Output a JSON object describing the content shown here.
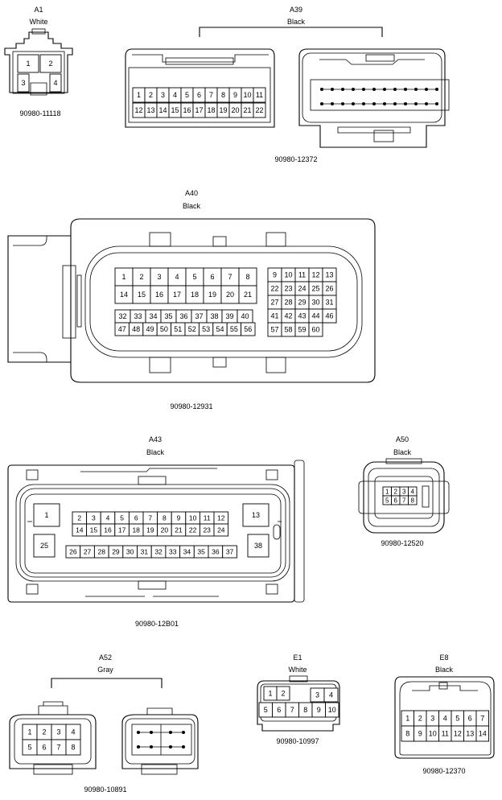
{
  "connectors": {
    "a1": {
      "code": "A1",
      "color": "White",
      "part": "90980-11118",
      "pins": [
        "1",
        "2",
        "3",
        "4"
      ]
    },
    "a39": {
      "code": "A39",
      "color": "Black",
      "part": "90980-12372",
      "pins": [
        "1",
        "2",
        "3",
        "4",
        "5",
        "6",
        "7",
        "8",
        "9",
        "10",
        "11",
        "12",
        "13",
        "14",
        "15",
        "16",
        "17",
        "18",
        "19",
        "20",
        "21",
        "22"
      ]
    },
    "a40": {
      "code": "A40",
      "color": "Black",
      "part": "90980-12931",
      "pins": [
        "1",
        "2",
        "3",
        "4",
        "5",
        "6",
        "7",
        "8",
        "9",
        "10",
        "11",
        "12",
        "13",
        "14",
        "15",
        "16",
        "17",
        "18",
        "19",
        "20",
        "21",
        "22",
        "23",
        "24",
        "25",
        "26",
        "27",
        "28",
        "29",
        "30",
        "31",
        "32",
        "33",
        "34",
        "35",
        "36",
        "37",
        "38",
        "39",
        "40",
        "41",
        "42",
        "43",
        "44",
        "45",
        "46",
        "47",
        "48",
        "49",
        "50",
        "51",
        "52",
        "53",
        "54",
        "55",
        "56",
        "57",
        "58",
        "59",
        "60"
      ]
    },
    "a43": {
      "code": "A43",
      "color": "Black",
      "part": "90980-12B01",
      "pins": [
        "1",
        "2",
        "3",
        "4",
        "5",
        "6",
        "7",
        "8",
        "9",
        "10",
        "11",
        "12",
        "13",
        "14",
        "15",
        "16",
        "17",
        "18",
        "19",
        "20",
        "21",
        "22",
        "23",
        "24",
        "25",
        "26",
        "27",
        "28",
        "29",
        "30",
        "31",
        "32",
        "33",
        "34",
        "35",
        "36",
        "37",
        "38"
      ]
    },
    "a50": {
      "code": "A50",
      "color": "Black",
      "part": "90980-12520",
      "pins": [
        "1",
        "2",
        "3",
        "4",
        "5",
        "6",
        "7",
        "8"
      ]
    },
    "a52": {
      "code": "A52",
      "color": "Gray",
      "part": "90980-10891",
      "pins": [
        "1",
        "2",
        "3",
        "4",
        "5",
        "6",
        "7",
        "8"
      ]
    },
    "e1": {
      "code": "E1",
      "color": "White",
      "part": "90980-10997",
      "pins": [
        "1",
        "2",
        "3",
        "4",
        "5",
        "6",
        "7",
        "8",
        "9",
        "10"
      ]
    },
    "e8": {
      "code": "E8",
      "color": "Black",
      "part": "90980-12370",
      "pins": [
        "1",
        "2",
        "3",
        "4",
        "5",
        "6",
        "7",
        "8",
        "9",
        "10",
        "11",
        "12",
        "13",
        "14"
      ]
    }
  }
}
